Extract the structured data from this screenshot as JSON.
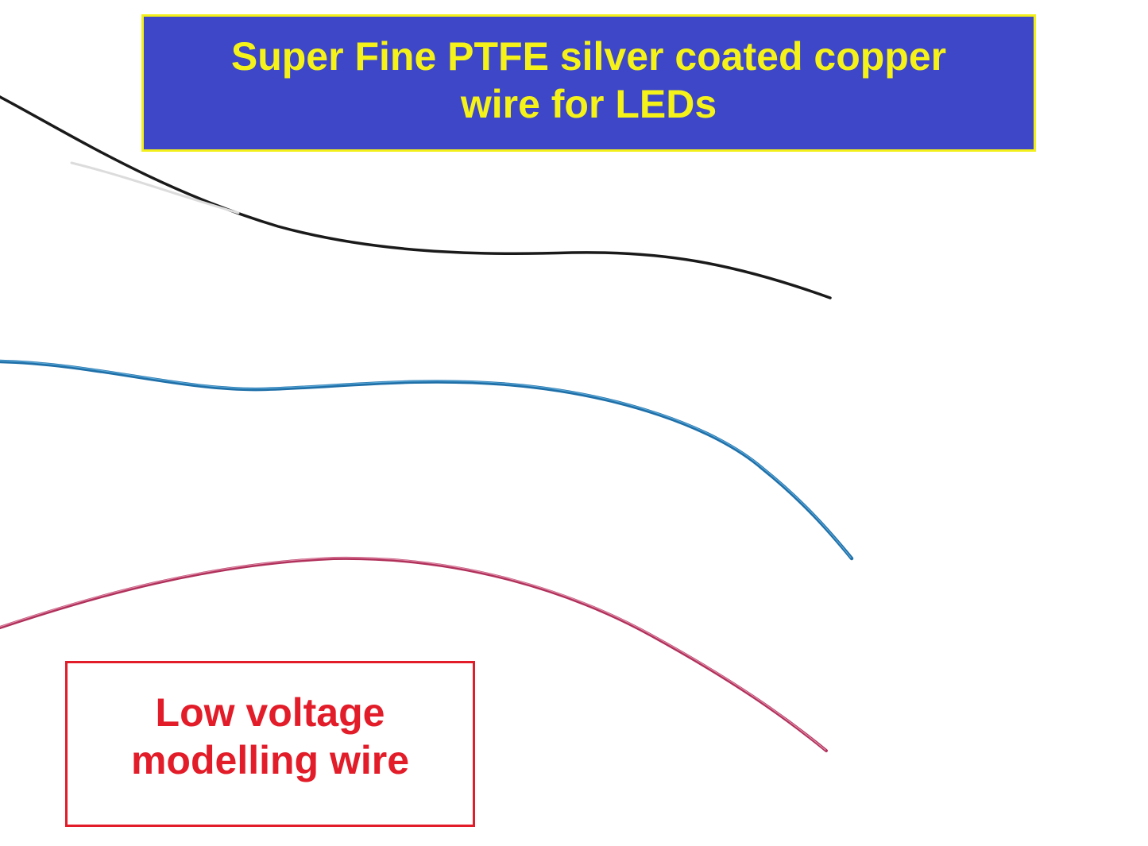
{
  "banner": {
    "text_line1": "Super Fine PTFE silver coated copper",
    "text_line2": "wire for LEDs"
  },
  "caption": {
    "text_line1": "Low voltage",
    "text_line2": "modelling wire"
  },
  "colors": {
    "banner_background": "#3d47c8",
    "banner_text": "#f5f21a",
    "banner_border": "#f2ef1a",
    "caption_text": "#e21c28",
    "caption_border": "#e21c28",
    "wire_black": "#1a1a1a",
    "wire_blue": "#1f6fa8",
    "wire_red": "#b0305a"
  },
  "wires": [
    {
      "name": "black-wire",
      "color": "black"
    },
    {
      "name": "blue-wire",
      "color": "blue"
    },
    {
      "name": "red-wire",
      "color": "red"
    }
  ]
}
